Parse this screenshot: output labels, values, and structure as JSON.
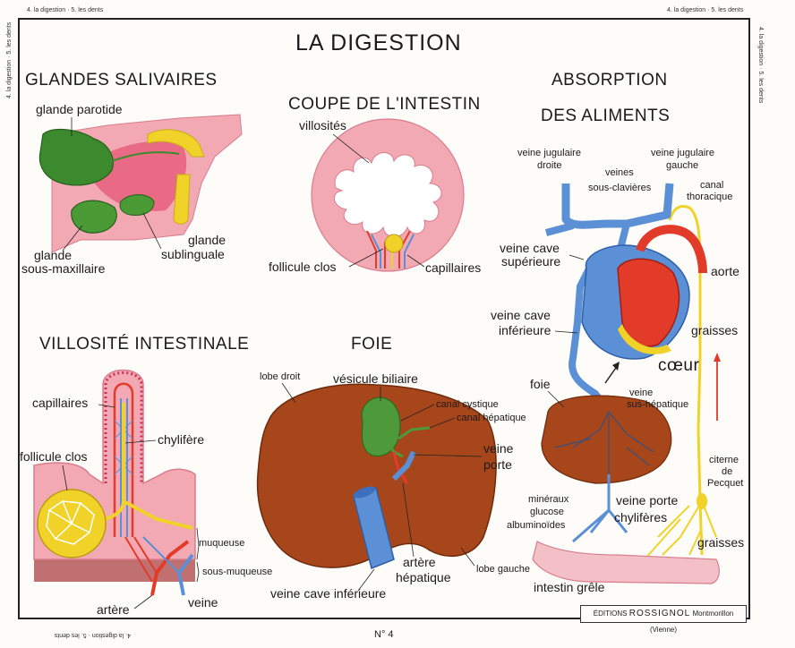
{
  "title": "LA DIGESTION",
  "page_number": "N° 4",
  "margin_text": "4. la digestion · 5. les dents",
  "publisher": {
    "name": "ROSSIGNOL",
    "prefix": "ÉDITIONS",
    "city": "Montmorillon (Vienne)"
  },
  "sections": {
    "salivary": {
      "heading": "GLANDES SALIVAIRES",
      "labels": {
        "parotid": "glande parotide",
        "sublingual_1": "glande",
        "sublingual_2": "sublinguale",
        "submax_1": "glande",
        "submax_2": "sous-maxillaire"
      }
    },
    "intestine_section": {
      "heading": "COUPE DE L'INTESTIN",
      "labels": {
        "villi": "villosités",
        "follicle": "follicule clos",
        "capillaries": "capillaires"
      }
    },
    "absorption": {
      "heading_1": "ABSORPTION",
      "heading_2": "DES ALIMENTS",
      "labels": {
        "jug_right_1": "veine jugulaire",
        "jug_right_2": "droite",
        "jug_left_1": "veine jugulaire",
        "jug_left_2": "gauche",
        "subclavian_1": "veines",
        "subclavian_2": "sous-clavières",
        "thoracic_1": "canal",
        "thoracic_2": "thoracique",
        "svc_1": "veine cave",
        "svc_2": "supérieure",
        "aorta": "aorte",
        "ivc_1": "veine cave",
        "ivc_2": "inférieure",
        "fats_top": "graisses",
        "heart": "cœur",
        "liver": "foie",
        "hepatic_vein_1": "veine",
        "hepatic_vein_2": "sus-hépatique",
        "cistern_1": "citerne",
        "cistern_2": "de",
        "cistern_3": "Pecquet",
        "minerals": "minéraux",
        "glucose": "glucose",
        "albumin": "albuminoïdes",
        "portal_vein": "veine porte",
        "chyliferes": "chylifères",
        "fats_bottom": "graisses",
        "small_intestine": "intestin grêle"
      }
    },
    "villus": {
      "heading": "VILLOSITÉ INTESTINALE",
      "labels": {
        "capillaries": "capillaires",
        "chylifere": "chylifère",
        "follicle": "follicule clos",
        "mucosa": "muqueuse",
        "submucosa": "sous-muqueuse",
        "artery": "artère",
        "vein": "veine"
      }
    },
    "liver": {
      "heading": "FOIE",
      "labels": {
        "right_lobe": "lobe droit",
        "gallbladder": "vésicule biliaire",
        "cystic_duct": "canal cystique",
        "hepatic_duct": "canal hépatique",
        "portal_1": "veine",
        "portal_2": "porte",
        "artery_1": "artère",
        "artery_2": "hépatique",
        "left_lobe": "lobe gauche",
        "ivc": "veine cave inférieure"
      }
    }
  },
  "colors": {
    "vein": "#5b8fd6",
    "artery": "#e23b2a",
    "lymph": "#f2d62c",
    "gland": "#3c8a2e",
    "liver": "#a8461b",
    "tissue": "#f1a3b0"
  }
}
